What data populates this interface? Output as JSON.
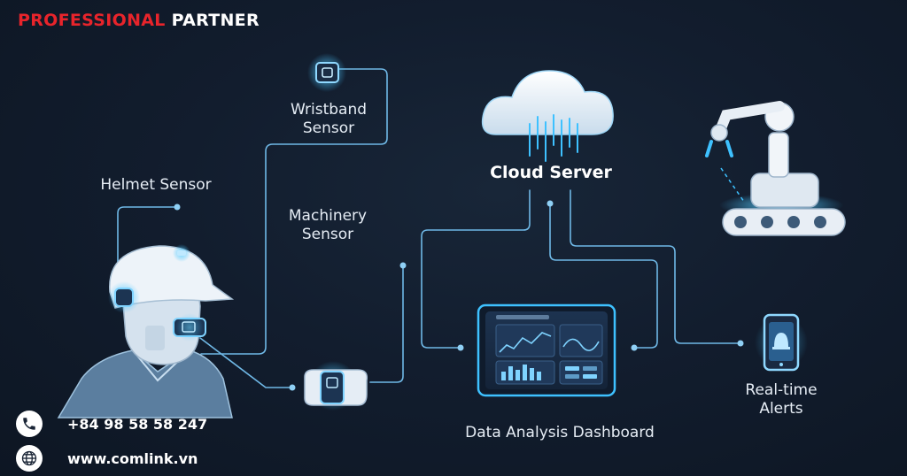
{
  "brand": {
    "word1": "PROFESSIONAL",
    "word2": "PARTNER"
  },
  "labels": {
    "wristband_l1": "Wristband",
    "wristband_l2": "Sensor",
    "helmet": "Helmet Sensor",
    "machinery_l1": "Machinery",
    "machinery_l2": "Sensor",
    "cloud": "Cloud Server",
    "dashboard": "Data Analysis Dashboard",
    "alerts_l1": "Real-time",
    "alerts_l2": "Alerts"
  },
  "contact": {
    "phone": "+84 98 58 58 247",
    "website": "www.comlink.vn"
  },
  "icons": [
    "phone-icon",
    "globe-icon",
    "cloud-icon",
    "robot-arm-icon",
    "smartphone-alert-icon",
    "dashboard-icon",
    "wristband-icon",
    "worker-icon"
  ],
  "colors": {
    "background": "#121d2e",
    "line": "#6fb8e6",
    "glow": "#3ec1ff",
    "brand_red": "#e8242b"
  }
}
